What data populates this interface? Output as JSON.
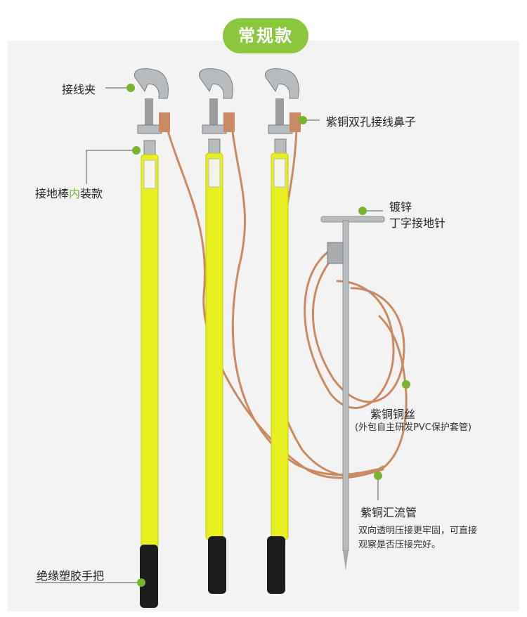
{
  "badge": "常规款",
  "labels": {
    "clamp": "接线夹",
    "nose": "紫铜双孔接线鼻子",
    "rod_a": "接地棒",
    "rod_b": "内",
    "rod_c": "装款",
    "pin_1": "镀锌",
    "pin_2": "丁字接地针",
    "wire_1": "紫铜铜丝",
    "wire_2": "(外包自主研发PVC保护套管)",
    "tube_1": "紫铜汇流管",
    "tube_2": "双向透明压接更牢固，可直接",
    "tube_3": "观察是否压接完好。",
    "handle": "绝缘塑胶手把"
  },
  "colors": {
    "accent": "#8cc63f",
    "rod": "#e8ef1e",
    "copper": "#c98a63",
    "handle": "#1c1c1c",
    "metal": "#b9bcbf"
  }
}
